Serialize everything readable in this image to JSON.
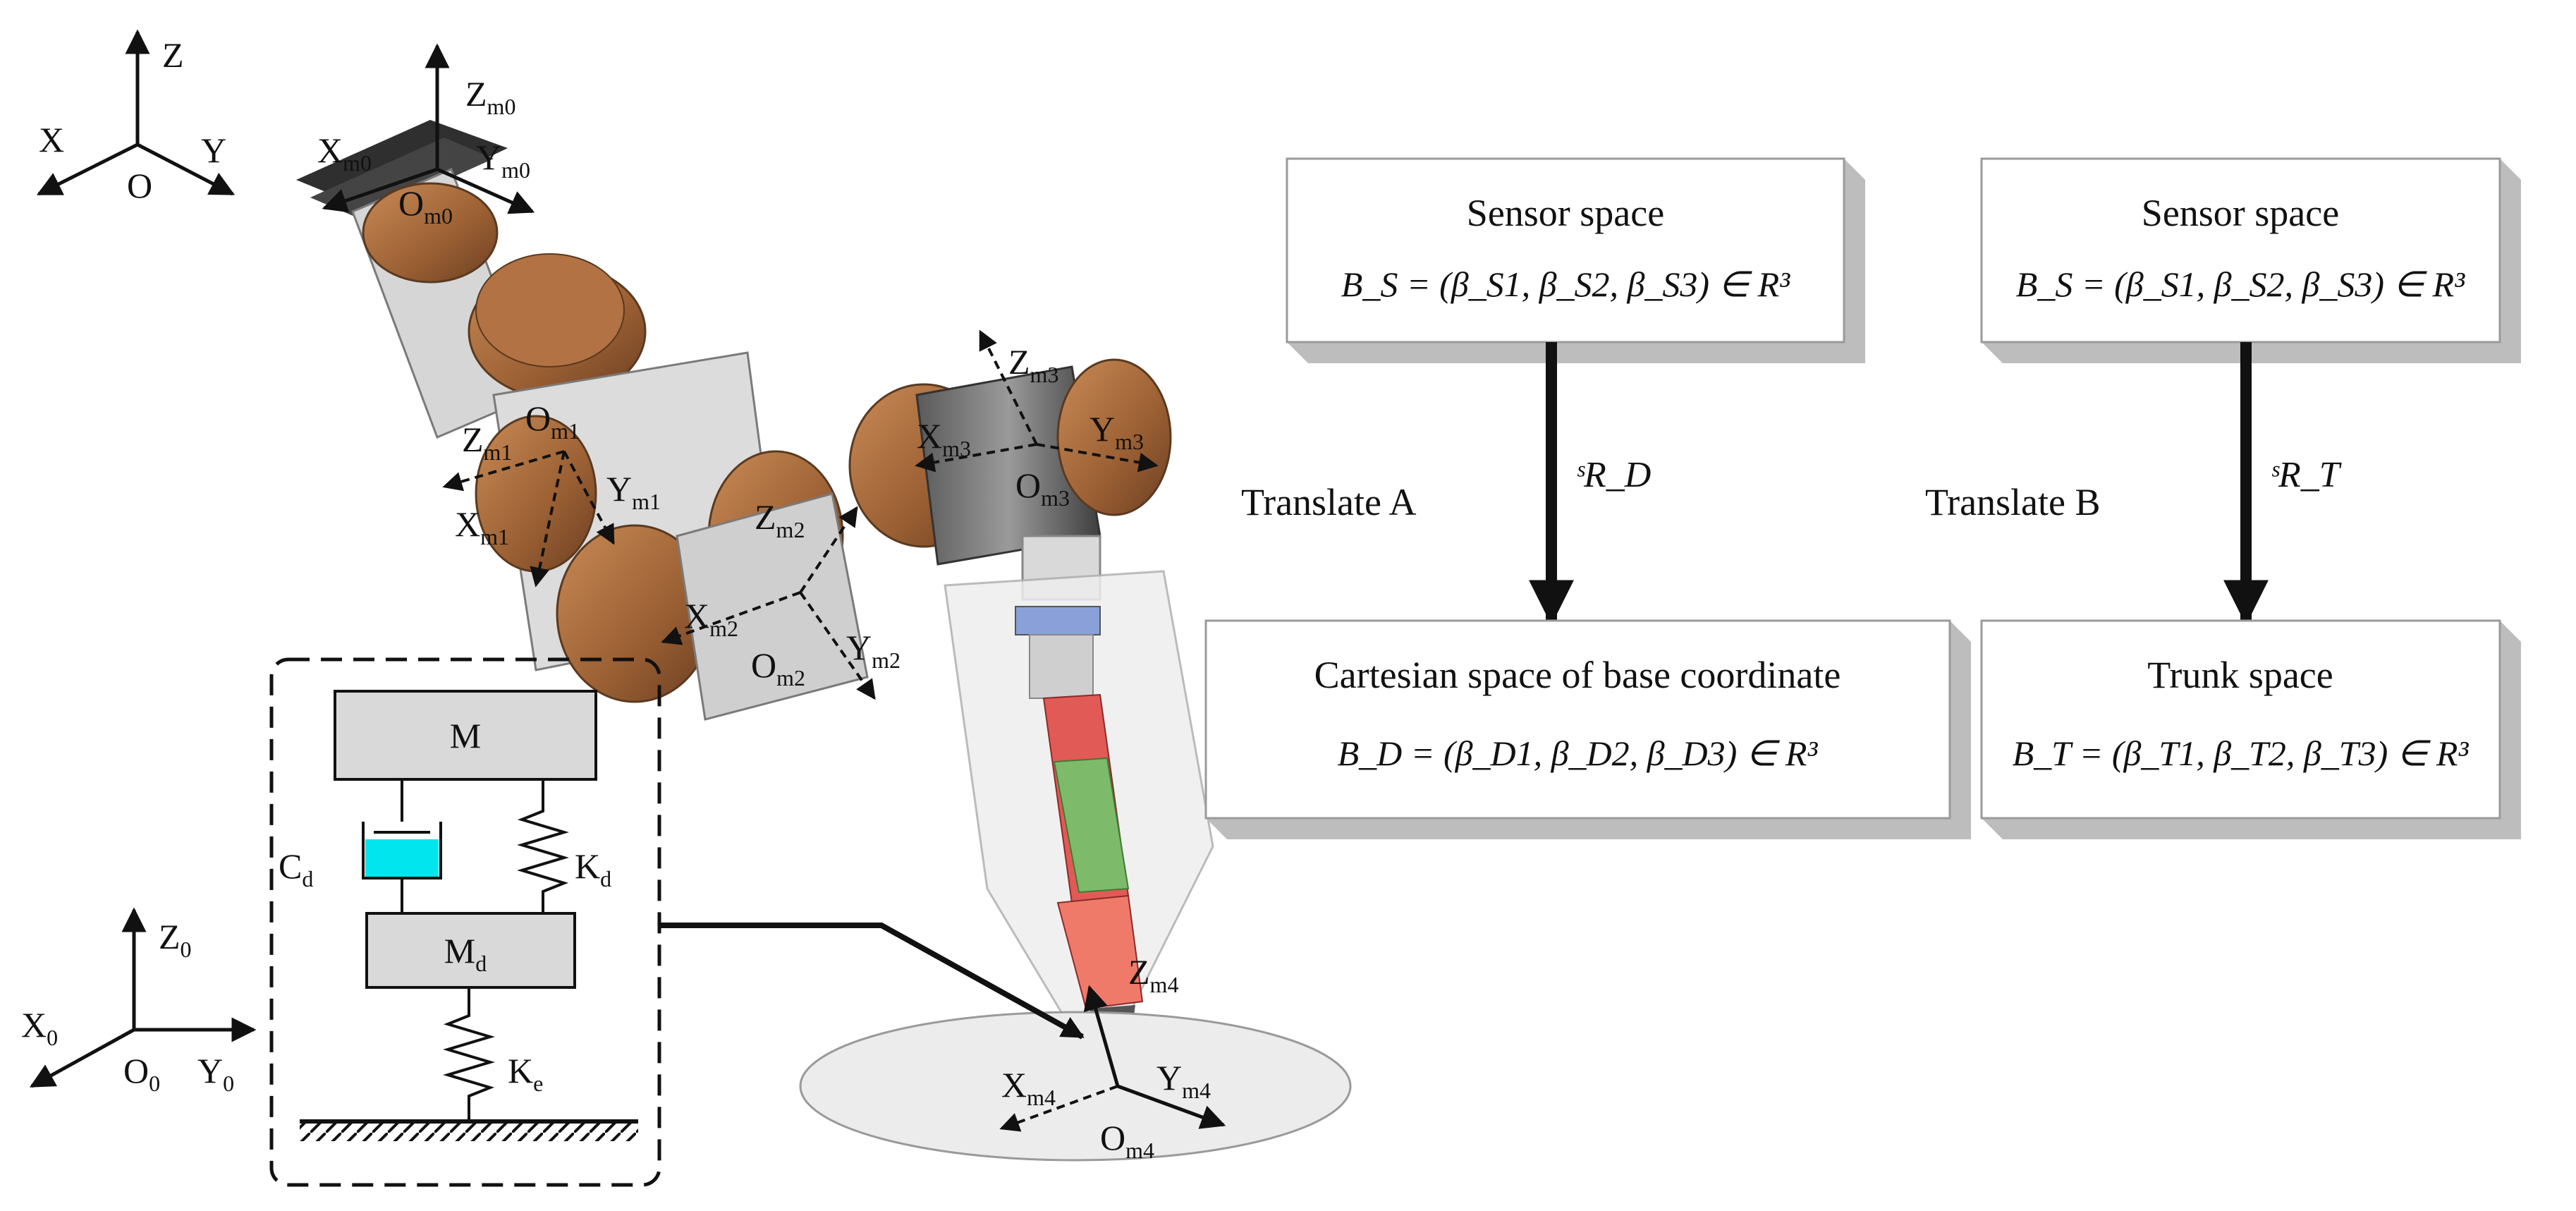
{
  "world_frame": {
    "z": "Z",
    "x": "X",
    "y": "Y",
    "o": "O"
  },
  "base_frame": {
    "z": "Z",
    "x": "X",
    "y": "Y",
    "o": "O",
    "sub": "0"
  },
  "robot_frames": {
    "m0": {
      "z": "Z",
      "x": "X",
      "y": "Y",
      "o": "O",
      "sub": "m0"
    },
    "m1": {
      "z": "Z",
      "x": "X",
      "y": "Y",
      "o": "O",
      "sub": "m1"
    },
    "m2": {
      "z": "Z",
      "x": "X",
      "y": "Y",
      "o": "O",
      "sub": "m2"
    },
    "m3": {
      "z": "Z",
      "x": "X",
      "y": "Y",
      "o": "O",
      "sub": "m3"
    },
    "m4": {
      "z": "Z",
      "x": "X",
      "y": "Y",
      "o": "O",
      "sub": "m4"
    }
  },
  "impedance_model": {
    "mass": "M",
    "damper": "C",
    "damper_sub": "d",
    "spring_d": "K",
    "spring_d_sub": "d",
    "mass_d": "M",
    "mass_d_sub": "d",
    "spring_e": "K",
    "spring_e_sub": "e",
    "damper_color": "#00e5ee"
  },
  "flow_a": {
    "top_title": "Sensor space",
    "top_formula": "B_S = (β_S1, β_S2, β_S3) ∈ R³",
    "relation": "ˢR_D",
    "translate": "Translate A",
    "bottom_title": "Cartesian space of base coordinate",
    "bottom_formula": "B_D = (β_D1, β_D2, β_D3) ∈ R³"
  },
  "flow_b": {
    "top_title": "Sensor space",
    "top_formula": "B_S = (β_S1, β_S2, β_S3) ∈ R³",
    "relation": "ˢR_T",
    "translate": "Translate  B",
    "bottom_title": "Trunk space",
    "bottom_formula": "B_T = (β_T1, β_T2, β_T3) ∈ R³"
  },
  "colors": {
    "link": "#a0663a",
    "joint": "#b8753f",
    "plate": "#c9c9c9",
    "box": "#ffffff",
    "box_shadow": "#bdbdbd"
  }
}
